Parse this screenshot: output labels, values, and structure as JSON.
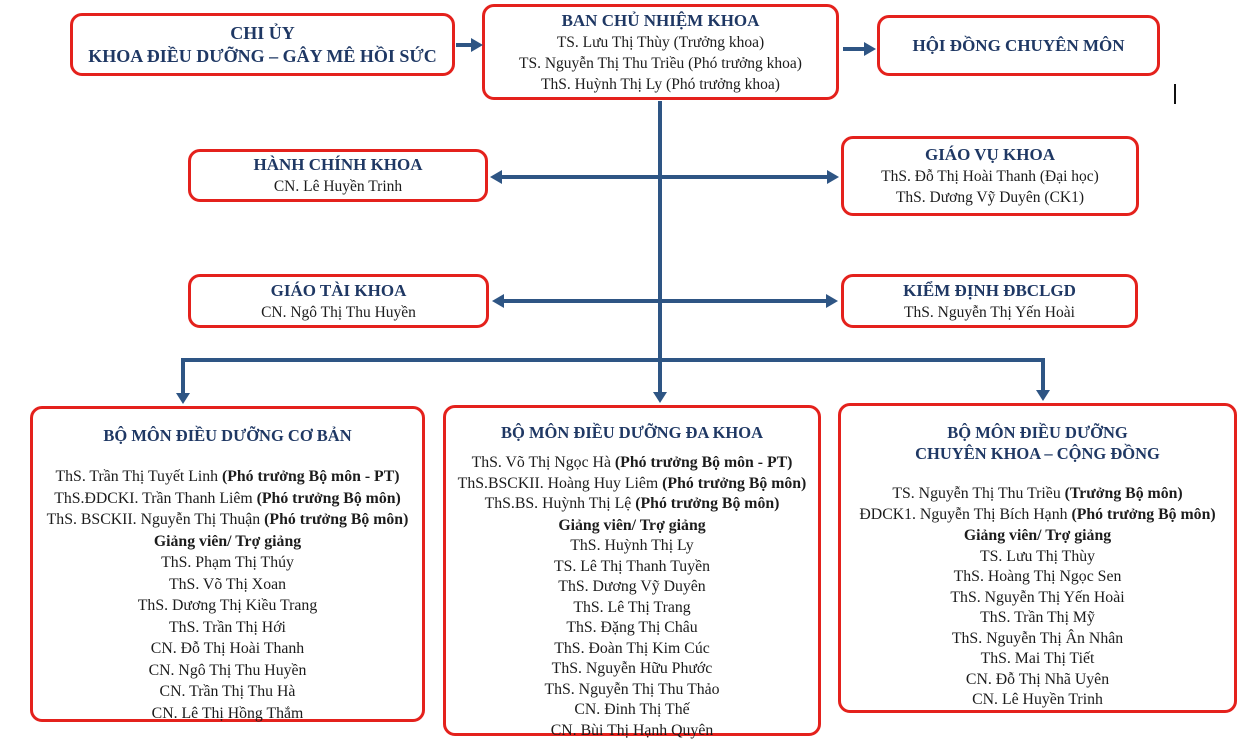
{
  "colors": {
    "border_red": "#e4211c",
    "heading_blue": "#1f3864",
    "text_black": "#1c1c1c",
    "arrow_blue": "#2e5584"
  },
  "boxes": {
    "chi_uy": {
      "title_lines": [
        "CHI ỦY",
        "KHOA ĐIỀU DƯỠNG – GÂY MÊ HỒI SỨC"
      ]
    },
    "ban_chu_nhiem": {
      "title": "BAN CHỦ NHIỆM KHOA",
      "members": [
        "TS. Lưu Thị Thùy (Trưởng khoa)",
        "TS. Nguyễn Thị Thu Triều (Phó trưởng khoa)",
        "ThS. Huỳnh Thị Ly (Phó trưởng khoa)"
      ]
    },
    "hoi_dong": {
      "title": "HỘI ĐỒNG CHUYÊN MÔN"
    },
    "hanh_chinh": {
      "title": "HÀNH CHÍNH KHOA",
      "members": [
        "CN. Lê Huyền Trinh"
      ]
    },
    "giao_vu": {
      "title": "GIÁO VỤ KHOA",
      "members": [
        "ThS. Đỗ Thị Hoài Thanh (Đại học)",
        "ThS. Dương Vỹ Duyên (CK1)"
      ]
    },
    "giao_tai": {
      "title": "GIÁO TÀI KHOA",
      "members": [
        "CN. Ngô Thị Thu Huyền"
      ]
    },
    "kiem_dinh": {
      "title": "KIỂM ĐỊNH ĐBCLGD",
      "members": [
        "ThS. Nguyễn Thị Yến Hoài"
      ]
    },
    "co_ban": {
      "title_lines": [
        "BỘ MÔN ĐIỀU DƯỠNG CƠ BẢN"
      ],
      "leaders": [
        {
          "name": "ThS. Trần Thị Tuyết Linh",
          "role": "(Phó trưởng Bộ môn - PT)"
        },
        {
          "name": "ThS.ĐDCKI. Trần Thanh Liêm",
          "role": "(Phó trưởng Bộ môn)"
        },
        {
          "name": "ThS. BSCKII. Nguyễn Thị Thuận",
          "role": "(Phó trưởng Bộ môn)"
        }
      ],
      "subheading": "Giảng viên/ Trợ giảng",
      "staff": [
        "ThS. Phạm Thị Thúy",
        "ThS. Võ Thị Xoan",
        "ThS. Dương Thị Kiều Trang",
        "ThS. Trần Thị Hới",
        "CN. Đỗ Thị Hoài Thanh",
        "CN. Ngô Thị Thu Huyền",
        "CN. Trần Thị Thu Hà",
        "CN. Lê Thị Hồng Thắm"
      ]
    },
    "da_khoa": {
      "title_lines": [
        "BỘ MÔN ĐIỀU DƯỠNG ĐA KHOA"
      ],
      "leaders": [
        {
          "name": "ThS. Võ Thị Ngọc Hà",
          "role": "(Phó trưởng Bộ môn - PT)"
        },
        {
          "name": "ThS.BSCKII. Hoàng Huy Liêm",
          "role": "(Phó trưởng Bộ môn)"
        },
        {
          "name": "ThS.BS. Huỳnh Thị Lệ",
          "role": "(Phó trưởng Bộ môn)"
        }
      ],
      "subheading": "Giảng viên/ Trợ giảng",
      "staff": [
        "ThS. Huỳnh Thị Ly",
        "TS. Lê Thị Thanh Tuyền",
        "ThS. Dương Vỹ Duyên",
        "ThS. Lê Thị Trang",
        "ThS. Đặng Thị Châu",
        "ThS. Đoàn Thị Kim Cúc",
        "ThS. Nguyễn Hữu Phước",
        "ThS. Nguyễn Thị Thu Thảo",
        "CN. Đinh Thị Thế",
        "CN. Bùi Thị Hạnh Quyên"
      ]
    },
    "chuyen_khoa": {
      "title_lines": [
        "BỘ MÔN ĐIỀU DƯỠNG",
        "CHUYÊN KHOA – CỘNG ĐỒNG"
      ],
      "leaders": [
        {
          "name": "TS. Nguyễn Thị Thu Triều",
          "role": "(Trưởng Bộ môn)"
        },
        {
          "name": "ĐDCK1. Nguyễn Thị Bích Hạnh",
          "role": "(Phó trưởng Bộ môn)"
        }
      ],
      "subheading": "Giảng viên/ Trợ giảng",
      "staff": [
        "TS. Lưu Thị Thùy",
        "ThS. Hoàng Thị Ngọc Sen",
        "ThS. Nguyễn Thị Yến Hoài",
        "ThS. Trần Thị Mỹ",
        "ThS. Nguyễn Thị Ân Nhân",
        "ThS. Mai Thị Tiết",
        "CN. Đỗ Thị Nhã Uyên",
        "CN. Lê Huyền Trinh"
      ]
    }
  }
}
